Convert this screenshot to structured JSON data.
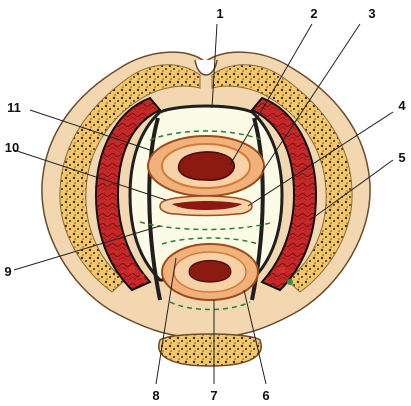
{
  "labels": [
    {
      "id": "1",
      "text": "1"
    },
    {
      "id": "2",
      "text": "2"
    },
    {
      "id": "3",
      "text": "3"
    },
    {
      "id": "4",
      "text": "4"
    },
    {
      "id": "5",
      "text": "5"
    },
    {
      "id": "6",
      "text": "6"
    },
    {
      "id": "7",
      "text": "7"
    },
    {
      "id": "8",
      "text": "8"
    },
    {
      "id": "9",
      "text": "9"
    },
    {
      "id": "10",
      "text": "10"
    },
    {
      "id": "11",
      "text": "11"
    }
  ],
  "colors": {
    "skin": "#f3d7b0",
    "fat": "#f4c86a",
    "muscle": "#c62828",
    "muscle_dark": "#7a1010",
    "fascia": "#1f1f1f",
    "space": "#fbfbe6",
    "dashed": "#2e7d32",
    "lumen": "#8b1a10",
    "vessel_red": "#d32f2f",
    "vessel_green": "#388e3c"
  }
}
